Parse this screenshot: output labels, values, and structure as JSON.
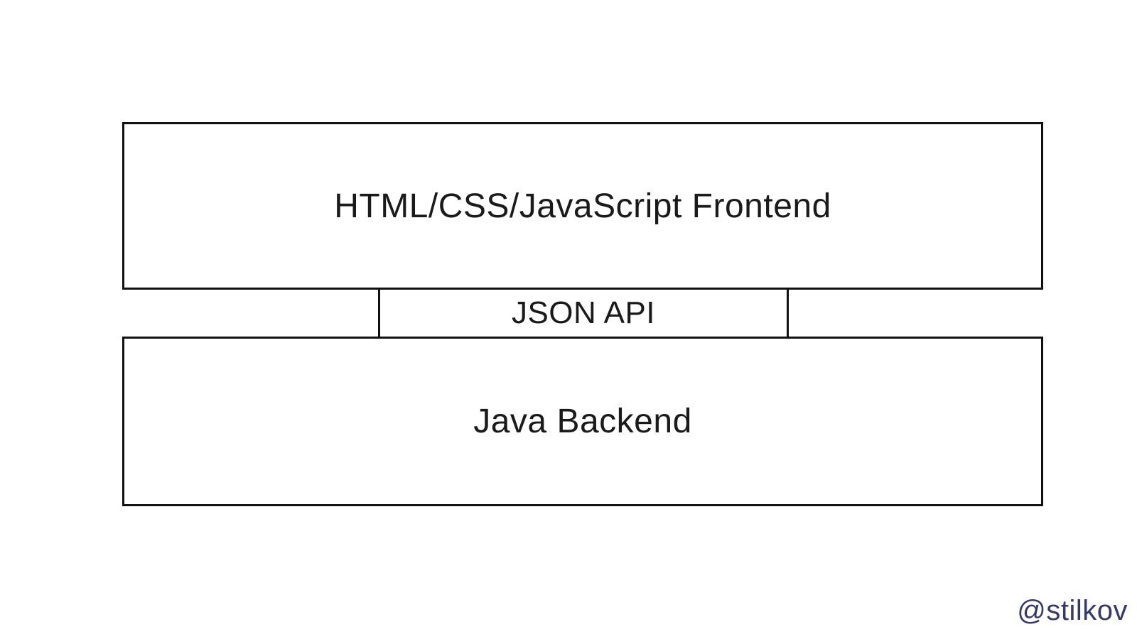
{
  "page": {
    "background_color": "#ffffff"
  },
  "diagram": {
    "border_color": "#111111",
    "text_color": "#1a1a1a",
    "boxes": [
      {
        "id": "frontend",
        "label": "HTML/CSS/JavaScript Frontend"
      },
      {
        "id": "json-api",
        "label": "JSON API"
      },
      {
        "id": "backend",
        "label": "Java Backend"
      }
    ]
  },
  "watermark": {
    "text": "@stilkov",
    "color": "#363a64"
  }
}
